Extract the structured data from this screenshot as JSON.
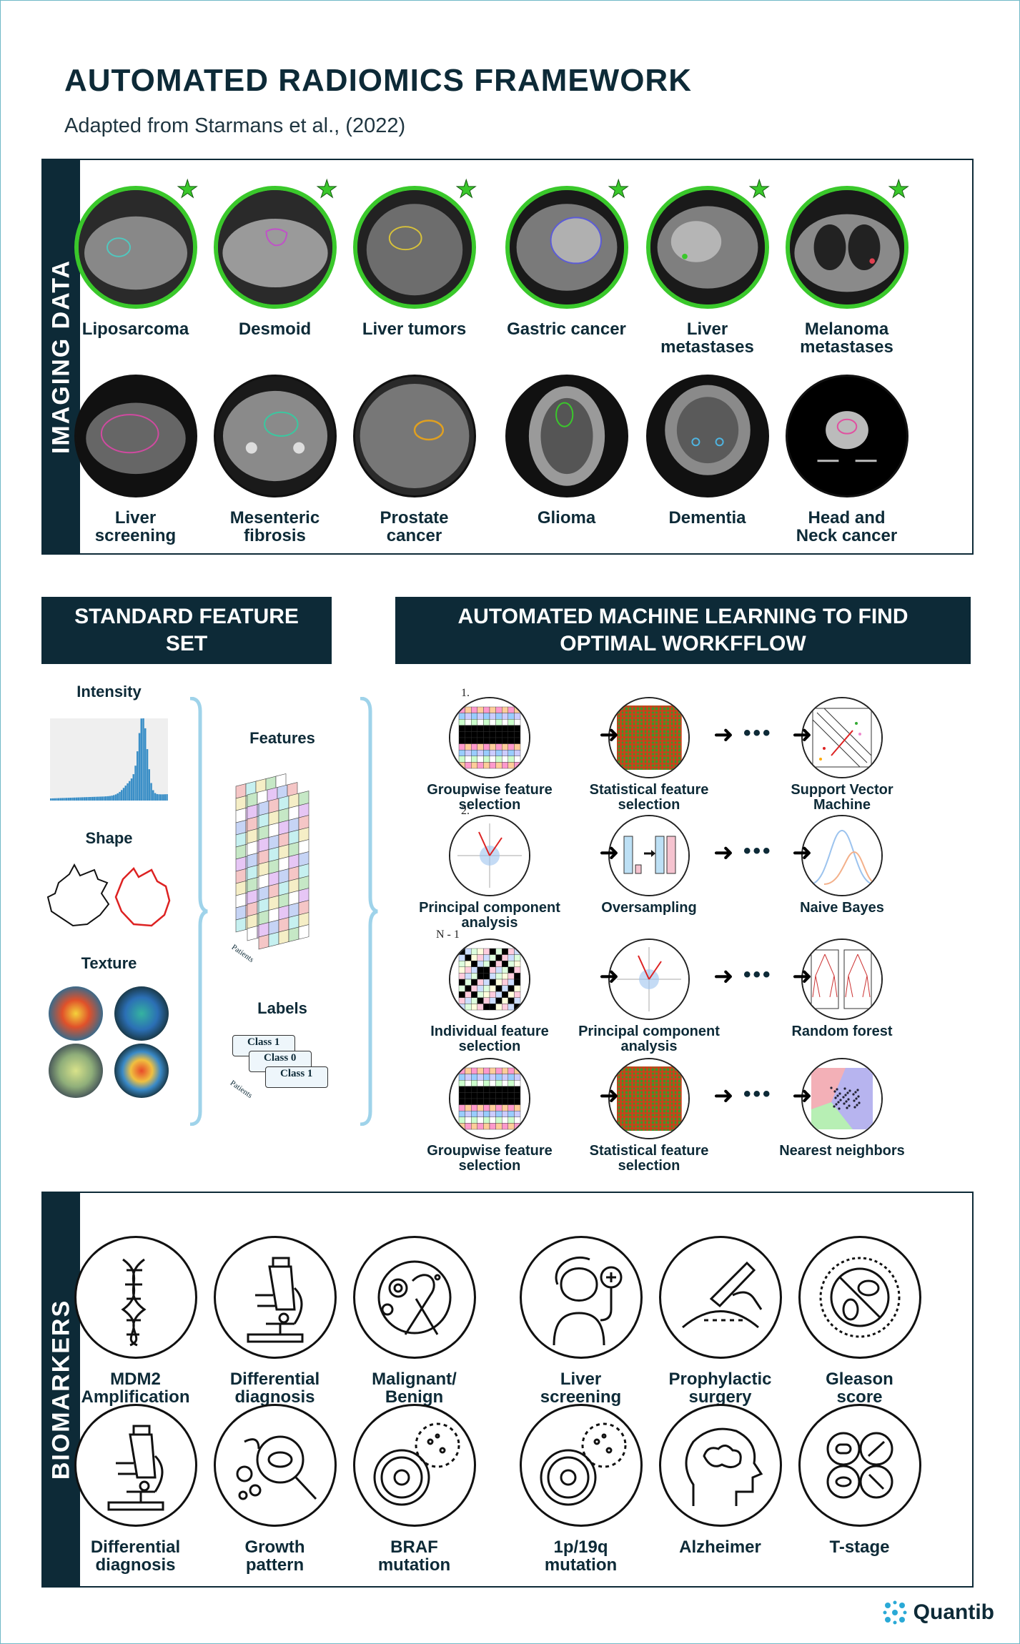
{
  "header": {
    "title": "AUTOMATED RADIOMICS FRAMEWORK",
    "subtitle": "Adapted from Starmans et al., (2022)"
  },
  "imaging": {
    "side_label": "IMAGING DATA",
    "row1": [
      {
        "label": "Liposarcoma"
      },
      {
        "label": "Desmoid"
      },
      {
        "label": "Liver tumors"
      },
      {
        "label": "Gastric cancer"
      },
      {
        "label": "Liver\nmetastases"
      },
      {
        "label": "Melanoma\nmetastases"
      }
    ],
    "row2": [
      {
        "label": "Liver\nscreening"
      },
      {
        "label": "Mesenteric\nfibrosis"
      },
      {
        "label": "Prostate\ncancer"
      },
      {
        "label": "Glioma"
      },
      {
        "label": "Dementia"
      },
      {
        "label": "Head and\nNeck cancer"
      }
    ],
    "star_glyph": "★"
  },
  "features": {
    "header": "STANDARD FEATURE\nSET",
    "intensity": "Intensity",
    "shape": "Shape",
    "texture": "Texture",
    "features_label": "Features",
    "labels_label": "Labels",
    "patients": "Patients",
    "class_cards": [
      "Class 1",
      "Class 0",
      "Class 1"
    ]
  },
  "automl": {
    "header": "AUTOMATED MACHINE LEARNING TO FIND\nOPTIMAL WORKFFLOW",
    "rows": [
      {
        "num": "1.",
        "steps": [
          "Groupwise feature\nselection",
          "Statistical feature\nselection",
          "Support Vector\nMachine"
        ]
      },
      {
        "num": "2.",
        "steps": [
          "Principal component\nanalysis",
          "Oversampling",
          "Naive Bayes"
        ]
      },
      {
        "num": "N - 1",
        "steps": [
          "Individual feature\nselection",
          "Principal component\nanalysis",
          "Random forest"
        ]
      },
      {
        "num": "",
        "steps": [
          "Groupwise feature\nselection",
          "Statistical feature\nselection",
          "Nearest neighbors"
        ]
      }
    ],
    "dots": "•••"
  },
  "biomarkers": {
    "side_label": "BIOMARKERS",
    "row1": [
      {
        "label": "MDM2\nAmplification",
        "icon": "dna-icon"
      },
      {
        "label": "Differential\ndiagnosis",
        "icon": "microscope-icon"
      },
      {
        "label": "Malignant/\nBenign",
        "icon": "cancer-ribbon-icon"
      },
      {
        "label": "Liver\nscreening",
        "icon": "patient-icon"
      },
      {
        "label": "Prophylactic\nsurgery",
        "icon": "surgery-icon"
      },
      {
        "label": "Gleason\nscore",
        "icon": "no-bacteria-icon"
      }
    ],
    "row2": [
      {
        "label": "Differential\ndiagnosis",
        "icon": "microscope-icon"
      },
      {
        "label": "Growth\npattern",
        "icon": "magnifier-cells-icon"
      },
      {
        "label": "BRAF\nmutation",
        "icon": "virus-cell-icon"
      },
      {
        "label": "1p/19q\nmutation",
        "icon": "virus-cell-icon"
      },
      {
        "label": "Alzheimer",
        "icon": "brain-head-icon"
      },
      {
        "label": "T-stage",
        "icon": "pills-icon"
      }
    ]
  },
  "footer": {
    "brand": "Quantib"
  },
  "colors": {
    "navy": "#0d2a37",
    "accent_green": "#3ac82b",
    "bracket_blue": "#9fd3ea"
  }
}
